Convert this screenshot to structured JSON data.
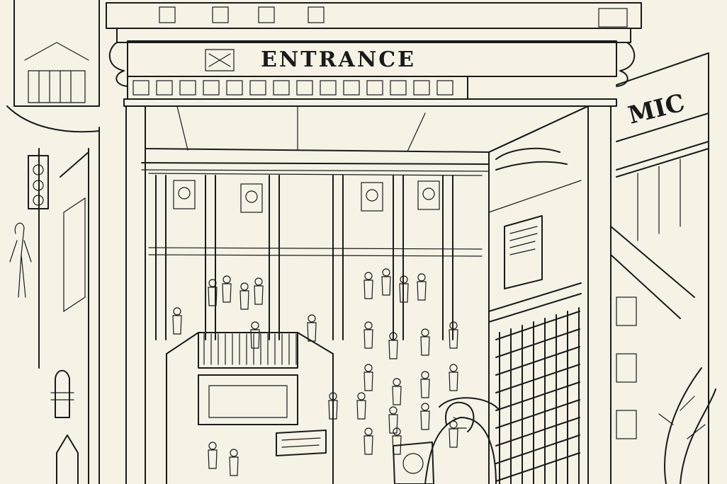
{
  "scene": {
    "type": "pen-and-ink illustration",
    "background_color": "#f6f2e6",
    "ink_color": "#1a1a1a"
  },
  "signs": {
    "entrance": "ENTRANCE",
    "side_letters": "MIC"
  }
}
